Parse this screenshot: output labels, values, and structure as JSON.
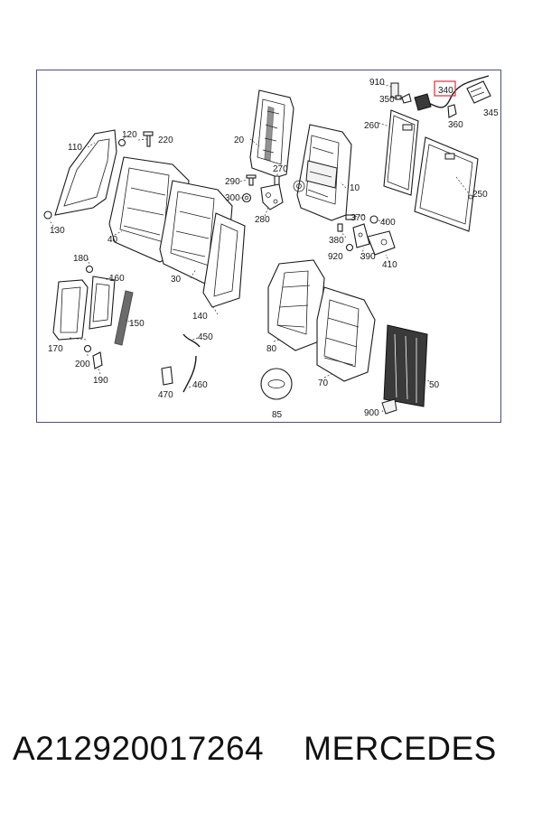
{
  "diagram": {
    "callouts": {
      "c910": "910",
      "c350": "350",
      "c340": "340",
      "c345": "345",
      "c360": "360",
      "c260": "260",
      "c250": "250",
      "c20": "20",
      "c10": "10",
      "c270": "270",
      "c290": "290",
      "c300": "300",
      "c280": "280",
      "c370": "370",
      "c400": "400",
      "c380": "380",
      "c920": "920",
      "c390": "390",
      "c410": "410",
      "c110": "110",
      "c120": "120",
      "c220": "220",
      "c130": "130",
      "c40": "40",
      "c30": "30",
      "c140": "140",
      "c180": "180",
      "c160": "160",
      "c150": "150",
      "c170": "170",
      "c200": "200",
      "c190": "190",
      "c450": "450",
      "c470": "470",
      "c460": "460",
      "c85": "85",
      "c80": "80",
      "c70": "70",
      "c50": "50",
      "c900": "900"
    },
    "highlight_color": "#e0303a",
    "frame_color": "#4a4f7a"
  },
  "caption": {
    "part_number": "A212920017264",
    "brand": "MERCEDES"
  }
}
